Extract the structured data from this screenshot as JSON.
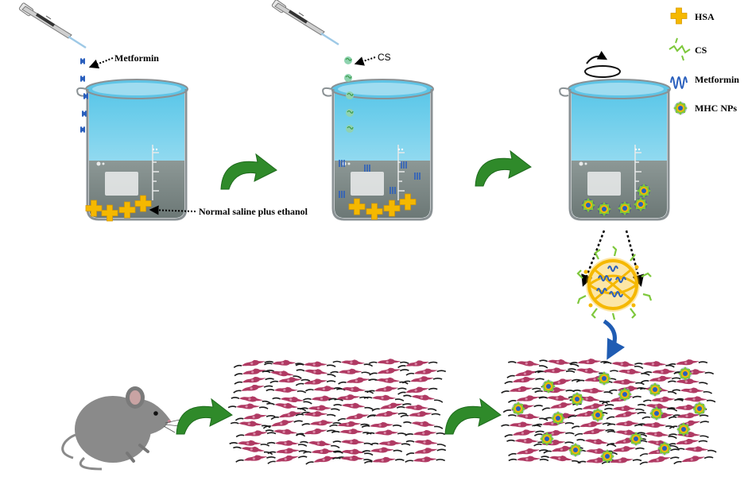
{
  "labels": {
    "metformin": "Metformin",
    "cs": "CS",
    "solvent": "Normal saline plus ethanol"
  },
  "legend": {
    "items": [
      {
        "label": "HSA",
        "icon": "hsa-cross-icon"
      },
      {
        "label": "CS",
        "icon": "chitosan-strand-icon"
      },
      {
        "label": "Metformin",
        "icon": "metformin-wave-icon"
      },
      {
        "label": "MHC NPs",
        "icon": "nanoparticle-icon"
      }
    ]
  },
  "colors": {
    "hsa": "#f5b800",
    "cs": "#7ec83c",
    "metformin": "#2a5fbd",
    "liquid": "#7c8a88",
    "water": "#7fd4ec",
    "arrow_green": "#2f8a2a",
    "arrow_blue": "#1f5cb3",
    "tissue_cell": "#b03a63",
    "tissue_fiber": "#1a1a1a",
    "mouse": "#8a8a8a"
  }
}
